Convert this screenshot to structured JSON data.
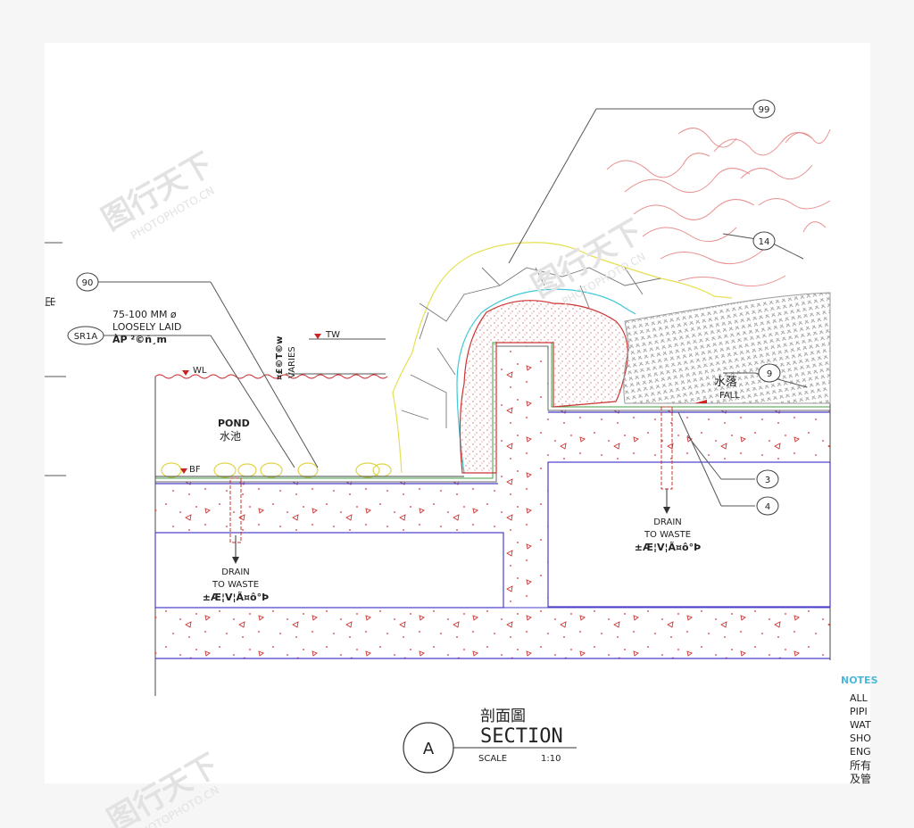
{
  "callouts": [
    "4",
    "9",
    "14",
    "90",
    "99"
  ],
  "drawing": {
    "title_cn": "剖面圖",
    "title_en": "SECTION",
    "marker": "A",
    "scale_label": "SCALE",
    "scale_value": "1:10"
  },
  "labels": {
    "pebbles_size": "75-100 MM ø",
    "pebbles_desc": "LOOSELY LAID",
    "pebbles_cn": "ÀP ²©ñ¸m",
    "sr1a": "SR1A",
    "wl": "WL",
    "tw": "TW",
    "bf": "BF",
    "pond_en": "POND",
    "pond_cn": "水池",
    "varies_cn": "¤£©T©w",
    "varies_en": "VARIES",
    "fall_cn": "水落",
    "fall_en": "FALL",
    "drain_en_1": "DRAIN",
    "drain_en_2": "TO WASTE",
    "drain_cn": "±Æ¦V¦Ã¤ô°Þ",
    "drain2_en_1": "DRAIN",
    "drain2_en_2": "TO WASTE",
    "drain2_cn": "±Æ¦V¦Ã¤ô°Þ",
    "left_edge": "出"
  },
  "tags": {
    "t90": "90",
    "t99": "99",
    "t14": "14",
    "t9": "9",
    "t3": "3",
    "t4": "4"
  },
  "notes": {
    "title": "NOTES",
    "lines": [
      "ALL",
      "PIPI",
      "WAT",
      "SHO",
      "ENG",
      "所有",
      "及管"
    ]
  },
  "watermark": {
    "text_cn": "图行天下",
    "text_en": "PHOTOPHOTO.CN"
  },
  "colors": {
    "paper": "#ffffff",
    "water_line": "#cc2222",
    "outline": "#4a3cc8",
    "concrete_pattern": "#cc3333",
    "rock": "#e8e060",
    "rock_cyan": "#40c8d8",
    "pink_flame": "#e89090",
    "ink": "#222222",
    "notes_cyan": "#4ab8d8"
  }
}
